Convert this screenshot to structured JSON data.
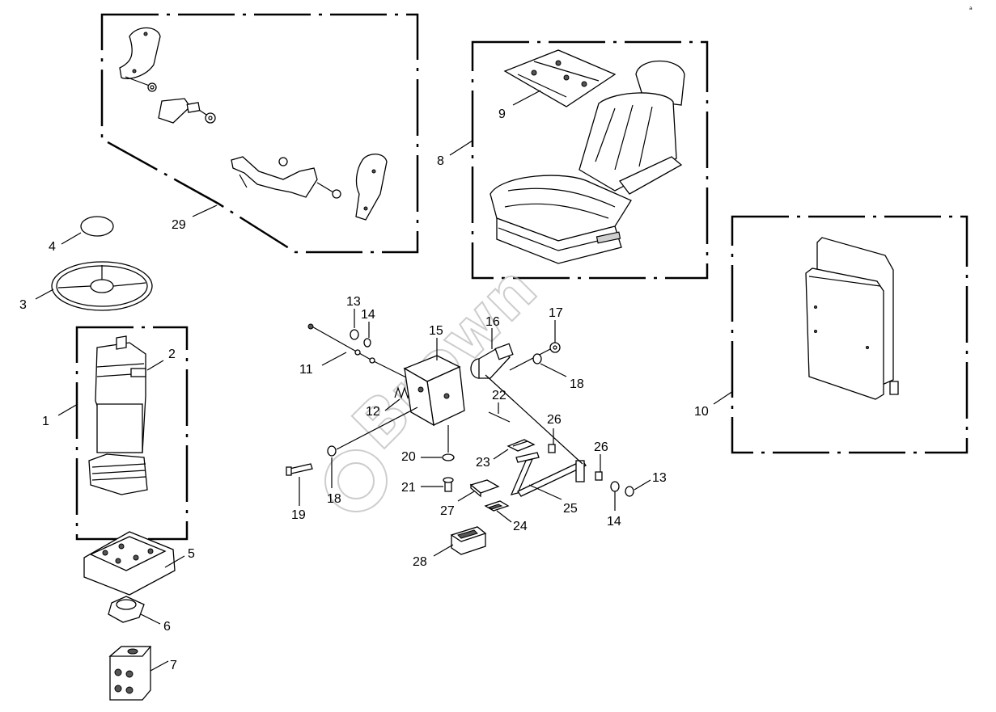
{
  "diagram": {
    "corner_mark": "a",
    "watermark": "Brown",
    "callouts": [
      "1",
      "2",
      "3",
      "4",
      "5",
      "6",
      "7",
      "8",
      "9",
      "10",
      "11",
      "12",
      "13",
      "14",
      "15",
      "16",
      "17",
      "18",
      "19",
      "20",
      "21",
      "22",
      "23",
      "24",
      "25",
      "26",
      "27",
      "28",
      "29"
    ],
    "callouts_extra": [
      "13",
      "14",
      "18",
      "26"
    ]
  }
}
